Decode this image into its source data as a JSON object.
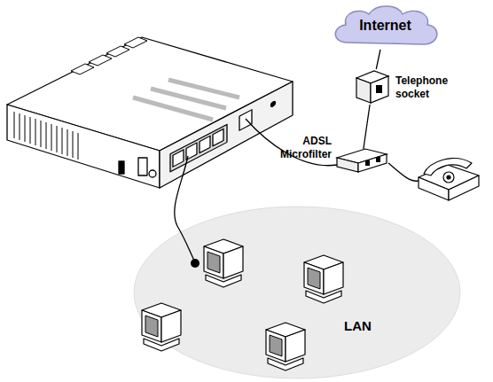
{
  "diagram": {
    "nodes": [
      {
        "text": [
          "Internet"
        ]
      },
      {
        "text": [
          "Telephone socket"
        ]
      },
      {
        "text": [
          "ADSL Microfilter"
        ]
      },
      {
        "text": [
          "LAN"
        ]
      }
    ],
    "edges": [
      {
        "from": 0,
        "to": 1,
        "arrow": "none"
      },
      {
        "from": 1,
        "to": 2,
        "arrow": "none"
      }
    ]
  }
}
